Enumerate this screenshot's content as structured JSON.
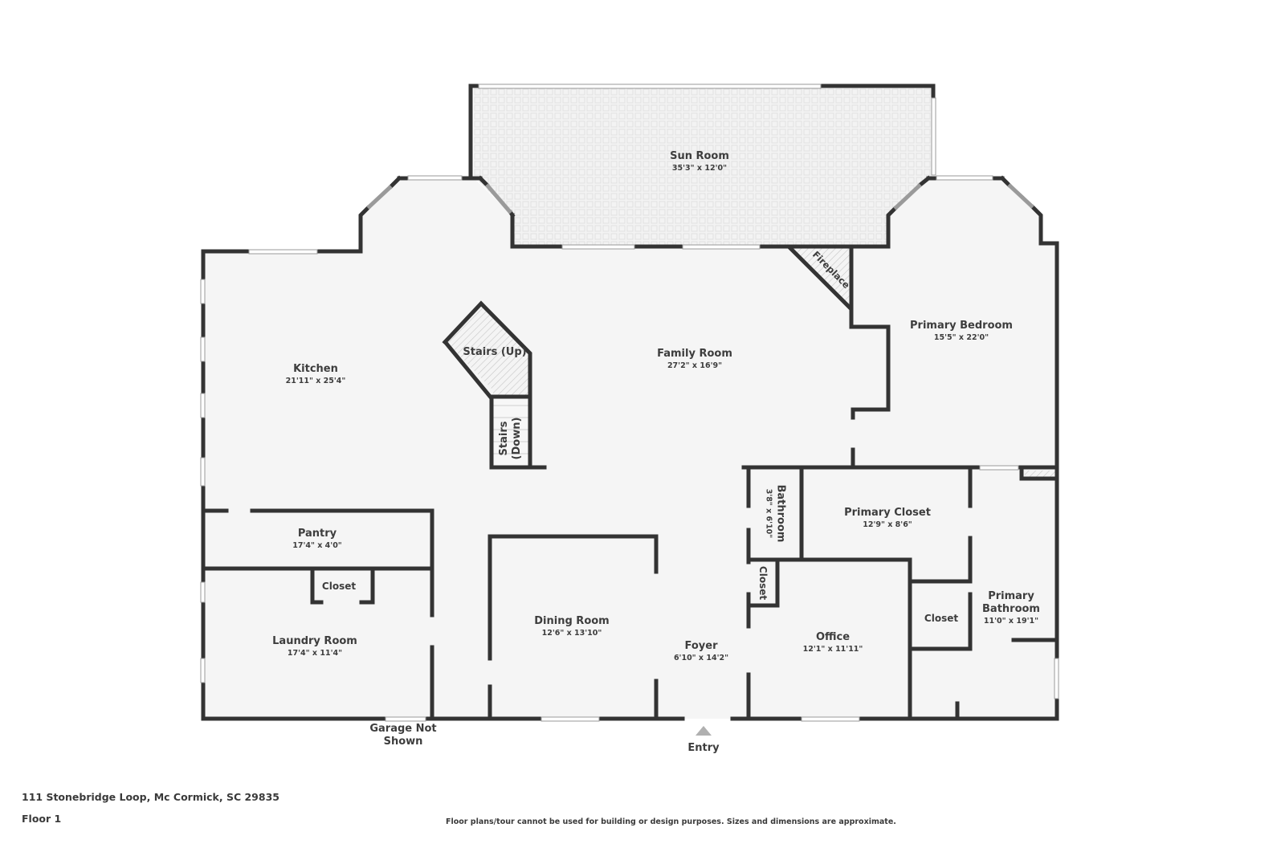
{
  "floorplan": {
    "floor_label": "Floor 1",
    "address": "111 Stonebridge Loop, Mc Cormick, SC 29835",
    "disclaimer": "Floor plans/tour cannot be used for building or design purposes. Sizes and dimensions are approximate.",
    "colors": {
      "wall": "#333333",
      "floor": "#f5f5f5",
      "background": "#ffffff",
      "entry_arrow": "#b0b0b0"
    },
    "rooms": [
      {
        "id": "sun-room",
        "name": "Sun Room",
        "dims": "35'3\" x 12'0\""
      },
      {
        "id": "kitchen",
        "name": "Kitchen",
        "dims": "21'11\" x 25'4\""
      },
      {
        "id": "family-room",
        "name": "Family Room",
        "dims": "27'2\" x 16'9\""
      },
      {
        "id": "primary-bedroom",
        "name": "Primary Bedroom",
        "dims": "15'5\" x 22'0\""
      },
      {
        "id": "pantry",
        "name": "Pantry",
        "dims": "17'4\" x 4'0\""
      },
      {
        "id": "laundry-room",
        "name": "Laundry Room",
        "dims": "17'4\" x 11'4\""
      },
      {
        "id": "dining-room",
        "name": "Dining Room",
        "dims": "12'6\" x 13'10\""
      },
      {
        "id": "foyer",
        "name": "Foyer",
        "dims": "6'10\" x 14'2\""
      },
      {
        "id": "office",
        "name": "Office",
        "dims": "12'1\" x 11'11\""
      },
      {
        "id": "primary-closet",
        "name": "Primary Closet",
        "dims": "12'9\" x 8'6\""
      },
      {
        "id": "bathroom",
        "name": "Bathroom",
        "dims": "3'8\" x 6'10\""
      },
      {
        "id": "primary-bathroom",
        "name": "Primary Bathroom",
        "name_line1": "Primary",
        "name_line2": "Bathroom",
        "dims": "11'0\" x 19'1\""
      }
    ],
    "features": {
      "stairs_up": "Stairs (Up)",
      "stairs_down_line1": "Stairs",
      "stairs_down_line2": "(Down)",
      "fireplace": "Fireplace",
      "closet_laundry": "Closet",
      "closet_hall": "Closet",
      "closet_bath": "Closet"
    },
    "notes": {
      "garage_line1": "Garage Not",
      "garage_line2": "Shown",
      "entry": "Entry"
    }
  }
}
